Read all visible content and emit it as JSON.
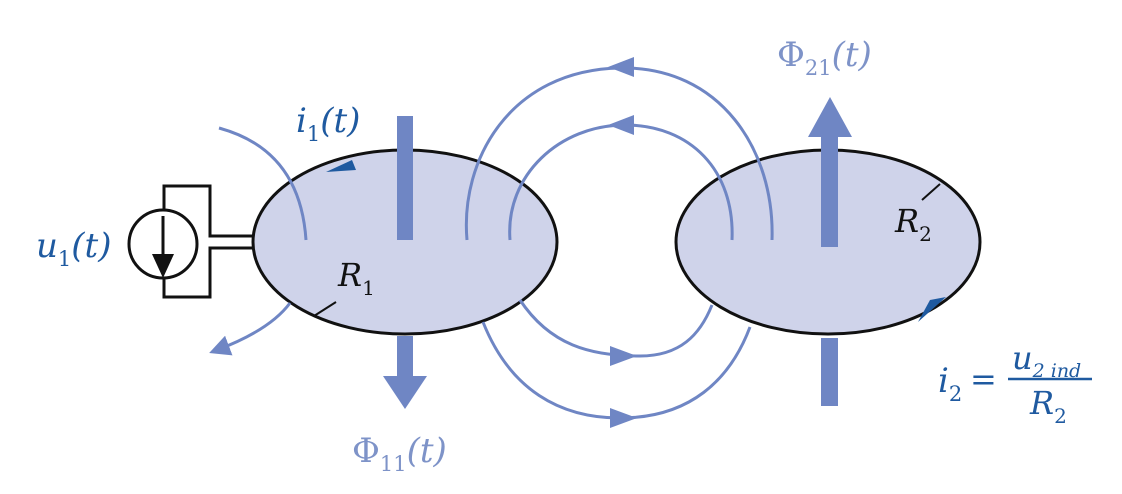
{
  "colors": {
    "loop_fill": "#cfd3ea",
    "outline": "#111111",
    "flux": "#6f86c4",
    "label_dark": "#1f5aa0",
    "label_light": "#7e93c8",
    "arrow_dark": "#1f5aa0"
  },
  "labels": {
    "u1": {
      "var": "u",
      "sub": "1",
      "arg": "(t)"
    },
    "i1": {
      "var": "i",
      "sub": "1",
      "arg": "(t)"
    },
    "r1": {
      "var": "R",
      "sub": "1"
    },
    "r2": {
      "var": "R",
      "sub": "2"
    },
    "phi11": {
      "sym": "Φ",
      "sub": "11",
      "arg": "(t)"
    },
    "phi21": {
      "sym": "Φ",
      "sub": "21",
      "arg": "(t)"
    },
    "i2": {
      "lhs_var": "i",
      "lhs_sub": "2",
      "eq": "=",
      "num_var": "u",
      "num_sub": "2 ind",
      "den_var": "R",
      "den_sub": "2"
    }
  },
  "icons": [
    "current-source-icon",
    "flux-arrow-icon",
    "current-direction-arrow-icon"
  ]
}
